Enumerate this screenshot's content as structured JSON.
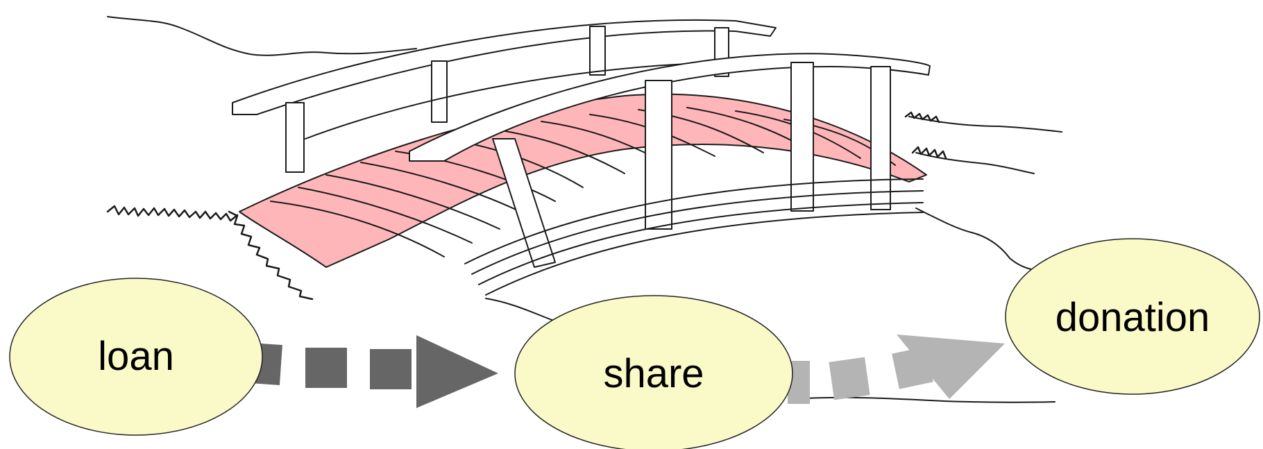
{
  "colors": {
    "bubble_fill": "#fafac8",
    "bubble_stroke": "#222222",
    "arrow_dark": "#666666",
    "arrow_light": "#b4b4b4",
    "deck_highlight": "#ffb6b9",
    "line_art": "#1a1a1a"
  },
  "illustration": "bridge-line-drawing",
  "nodes": {
    "loan": {
      "label": "loan"
    },
    "share": {
      "label": "share"
    },
    "donation": {
      "label": "donation"
    }
  },
  "edges": [
    {
      "from": "loan",
      "to": "share",
      "style": "dashed-arrow-dark"
    },
    {
      "from": "share",
      "to": "donation",
      "style": "dashed-arrow-light"
    }
  ]
}
